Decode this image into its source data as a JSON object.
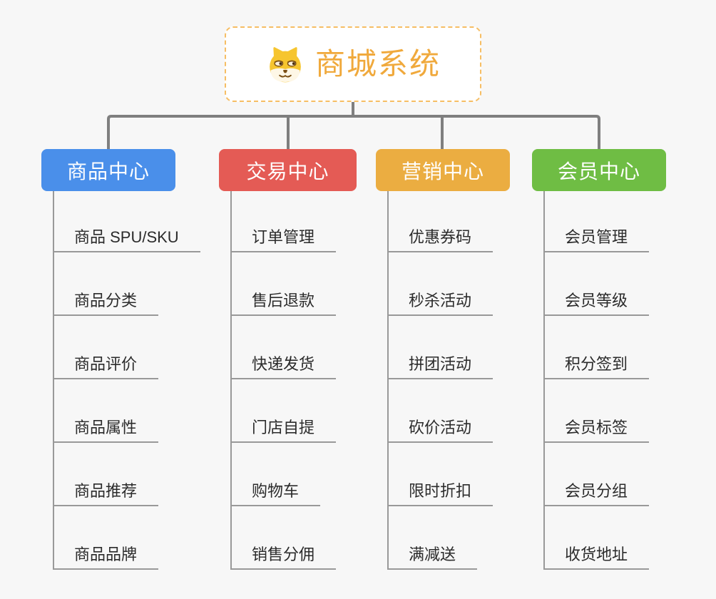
{
  "colors": {
    "background": "#f7f7f7",
    "connector": "#7f7f7f",
    "item_line": "#999999",
    "root_border": "#f6be64",
    "root_text": "#f0a93c",
    "item_text": "#2b2b2b"
  },
  "root": {
    "title": "商城系统",
    "icon": "dog-face-icon"
  },
  "branches": [
    {
      "label": "商品中心",
      "color": "#4a8fea",
      "items": [
        "商品 SPU/SKU",
        "商品分类",
        "商品评价",
        "商品属性",
        "商品推荐",
        "商品品牌"
      ]
    },
    {
      "label": "交易中心",
      "color": "#e45b55",
      "items": [
        "订单管理",
        "售后退款",
        "快递发货",
        "门店自提",
        "购物车",
        "销售分佣"
      ]
    },
    {
      "label": "营销中心",
      "color": "#ebad41",
      "items": [
        "优惠券码",
        "秒杀活动",
        "拼团活动",
        "砍价活动",
        "限时折扣",
        "满减送"
      ]
    },
    {
      "label": "会员中心",
      "color": "#6fbd44",
      "items": [
        "会员管理",
        "会员等级",
        "积分签到",
        "会员标签",
        "会员分组",
        "收货地址"
      ]
    }
  ]
}
